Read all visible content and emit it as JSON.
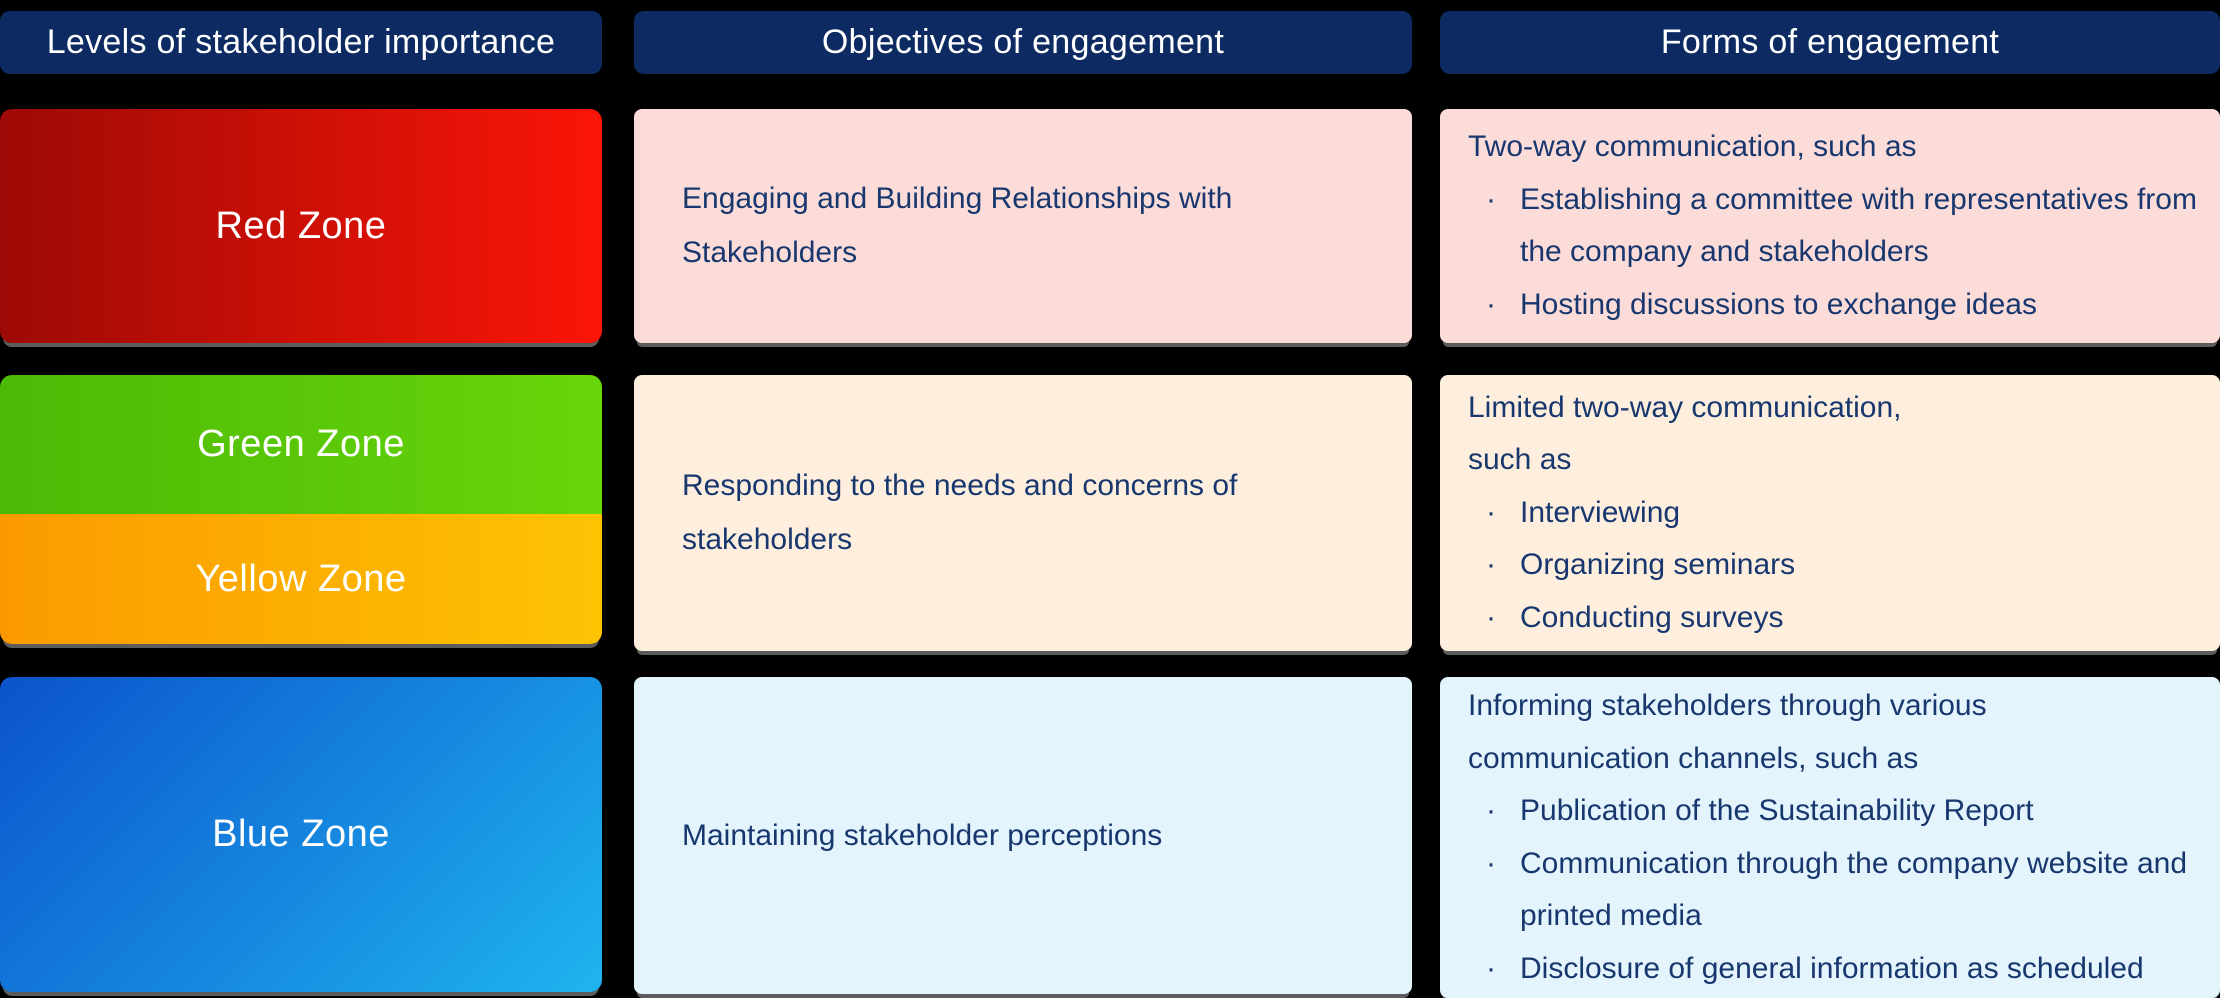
{
  "columns": {
    "importance": "Levels of stakeholder importance",
    "objectives": "Objectives of engagement",
    "forms": "Forms of engagement"
  },
  "rows": [
    {
      "zones": [
        "Red Zone"
      ],
      "objective": "Engaging and Building Relationships with Stakeholders",
      "forms": {
        "intro_lines": [
          "Two-way communication, such as"
        ],
        "bullets": [
          "Establishing a committee with representatives from the company and stakeholders",
          "Hosting discussions to exchange ideas"
        ]
      }
    },
    {
      "zones": [
        "Green Zone",
        "Yellow Zone"
      ],
      "objective": "Responding to the needs and concerns of stakeholders",
      "forms": {
        "intro_lines": [
          "Limited two-way communication,",
          "such as"
        ],
        "bullets": [
          "Interviewing",
          "Organizing seminars",
          "Conducting surveys"
        ]
      }
    },
    {
      "zones": [
        "Blue Zone"
      ],
      "objective": "Maintaining stakeholder perceptions",
      "forms": {
        "intro_lines": [
          "Informing stakeholders through various",
          "communication channels, such as"
        ],
        "bullets": [
          "Publication of the Sustainability Report",
          "Communication through the company website and printed media",
          "Disclosure of general information as scheduled"
        ]
      }
    }
  ],
  "bullet_glyph": "·",
  "colors": {
    "background": "#000000",
    "header_bg": "#0d2b62",
    "header_text": "#ffffff",
    "body_text": "#17376e",
    "zone_text": "#ffffff",
    "red_gradient": "linear-gradient(90deg, #9d0a05 0%, #fb1508 100%)",
    "green_gradient": "linear-gradient(90deg, #4cb906 0%, #67d60a 100%)",
    "yellow_gradient": "linear-gradient(90deg, #fb9a00 0%, #fdc303 100%)",
    "blue_gradient": "linear-gradient(135deg, #0b53cc 0%, #1fb4ef 100%)",
    "row1_tint": "#fcdcd8",
    "row2_tint": "#fdeedd",
    "row3_tint": "#e3f4fc"
  }
}
